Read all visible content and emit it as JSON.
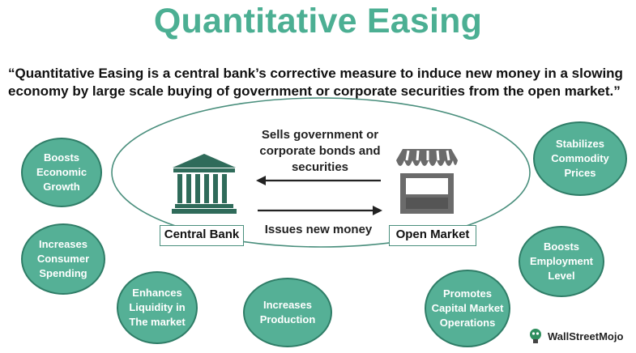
{
  "title": "Quantitative Easing",
  "definition": "“Quantitative Easing is a central bank’s corrective measure to induce new money in a slowing economy by large scale buying of government or corporate securities from the open market.”",
  "center": {
    "top_text": "Sells government or corporate bonds and securities",
    "bottom_text": "Issues new money",
    "left_label": "Central Bank",
    "right_label": "Open Market"
  },
  "effects": {
    "boosts_growth": "Boosts Economic Growth",
    "increases_spending": "Increases Consumer Spending",
    "enhances_liquidity": "Enhances Liquidity in The market",
    "increases_production": "Increases Production",
    "promotes_capital": "Promotes Capital Market Operations",
    "boosts_employment": "Boosts Employment Level",
    "stabilizes_prices": "Stabilizes Commodity Prices"
  },
  "brand": "WallStreetMojo",
  "colors": {
    "accent": "#4caf93",
    "bubble": "#55b096",
    "dark": "#2f6b5a"
  }
}
